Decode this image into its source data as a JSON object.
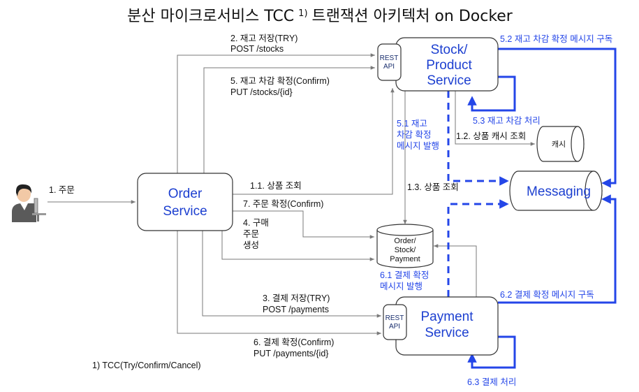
{
  "title": "분산 마이크로서비스 TCC",
  "title_sup": "1)",
  "title_suffix": "트랜잭션 아키텍처 on Docker",
  "nodes": {
    "order_service": [
      "Order",
      "Service"
    ],
    "stock_service": [
      "Stock/",
      "Product",
      "Service"
    ],
    "payment_service": [
      "Payment",
      "Service"
    ],
    "messaging": "Messaging",
    "cache": "캐시",
    "database": [
      "Order/",
      "Stock/",
      "Payment"
    ],
    "rest_api": [
      "REST",
      "API"
    ]
  },
  "edges": {
    "e1": "1. 주문",
    "e2": [
      "2. 재고 저장(TRY)",
      "POST /stocks"
    ],
    "e5": [
      "5. 재고 차감 확정(Confirm)",
      "PUT /stocks/{id}"
    ],
    "e11": "1.1. 상품 조회",
    "e7": "7. 주문 확정(Confirm)",
    "e4": [
      "4. 구매",
      "주문",
      "생성"
    ],
    "e3": [
      "3. 결제 저장(TRY)",
      "POST /payments"
    ],
    "e6": [
      "6. 결제 확정(Confirm)",
      "PUT /payments/{id}"
    ],
    "e12": "1.2. 상품 캐시 조회",
    "e13": "1.3. 상품 조회",
    "e51": [
      "5.1 재고",
      "차감 확정",
      "메시지 발행"
    ],
    "e52": "5.2 재고 차감 확정 메시지 구독",
    "e53": "5.3 재고 차감 처리",
    "e61": [
      "6.1 결제  확정",
      "메시지 발행"
    ],
    "e62": "6.2 결제 확정 메시지 구독",
    "e63": "6.3 결제 처리"
  },
  "footnote": "1) TCC(Try/Confirm/Cancel)"
}
